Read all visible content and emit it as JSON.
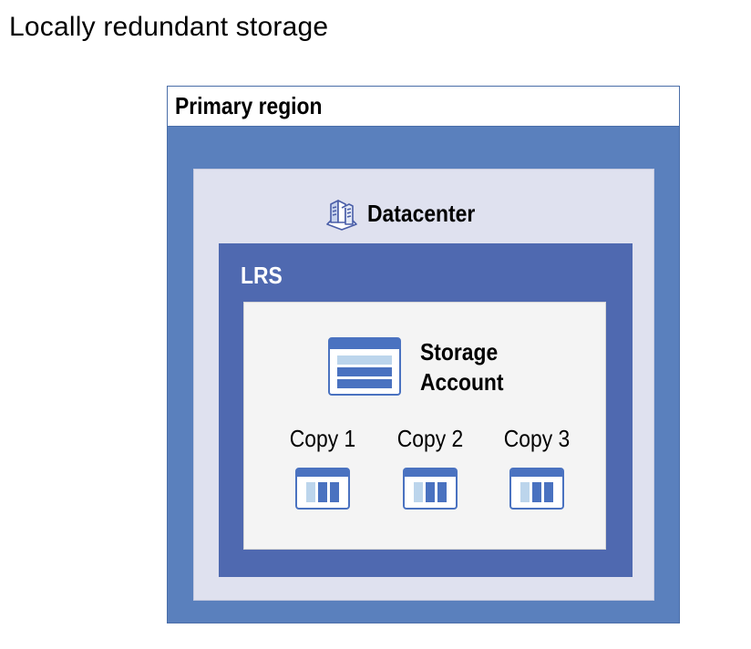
{
  "title": "Locally redundant storage",
  "primary_region": {
    "label": "Primary region"
  },
  "datacenter": {
    "label": "Datacenter",
    "icon": "datacenter-icon"
  },
  "lrs": {
    "label": "LRS"
  },
  "storage_account": {
    "line1": "Storage",
    "line2": "Account",
    "icon": "storage-account-icon"
  },
  "copies": [
    {
      "label": "Copy 1",
      "icon": "blob-storage-icon"
    },
    {
      "label": "Copy 2",
      "icon": "blob-storage-icon"
    },
    {
      "label": "Copy 3",
      "icon": "blob-storage-icon"
    }
  ],
  "colors": {
    "primary_region": "#5a80bd",
    "datacenter": "#dfe1ef",
    "lrs": "#4f69b0",
    "storage_panel": "#f4f4f4",
    "icon_blue": "#4a72c0",
    "icon_light_blue": "#bcd5ec"
  }
}
